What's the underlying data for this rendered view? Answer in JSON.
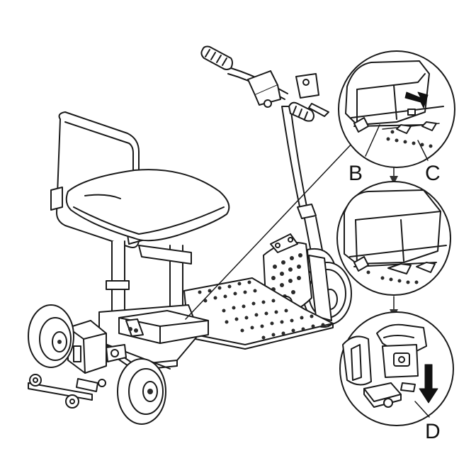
{
  "callouts": [
    {
      "id": "B",
      "label": "B"
    },
    {
      "id": "C",
      "label": "C"
    },
    {
      "id": "D",
      "label": "D"
    }
  ],
  "colors": {
    "stroke": "#1a1a1a",
    "fill": "#ffffff",
    "hole": "#2a2a2a",
    "arrow": "#111111"
  },
  "icons": {
    "arrow_c": "arrow-right-icon",
    "arrow_d": "arrow-down-icon"
  }
}
